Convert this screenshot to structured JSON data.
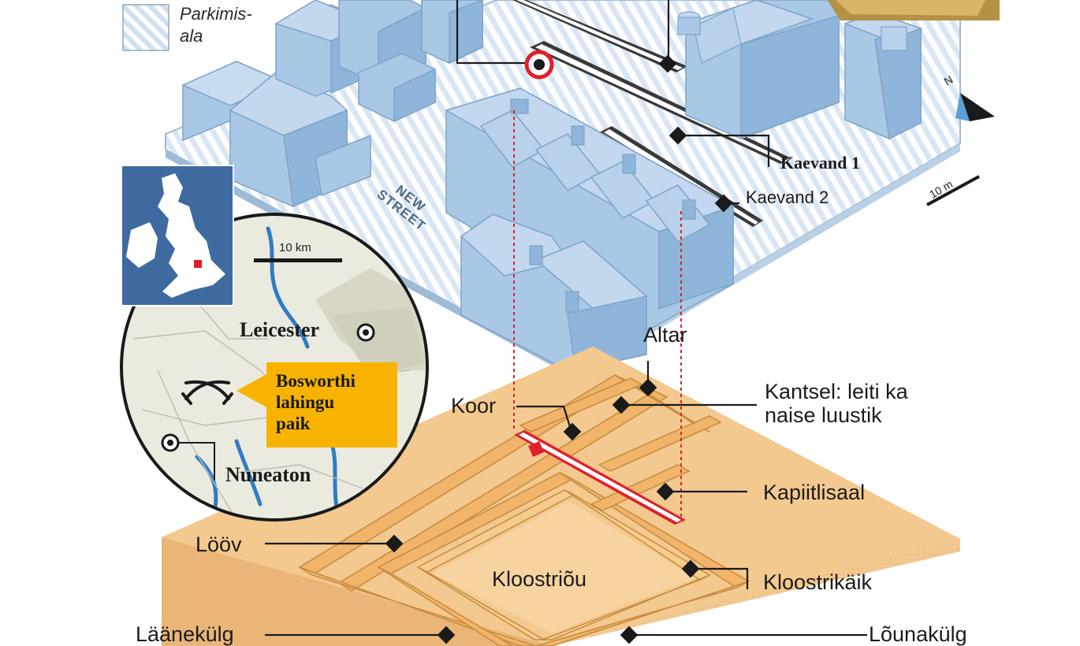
{
  "legend": {
    "label_line1": "Parkimis-",
    "label_line2": "ala"
  },
  "street": {
    "line1": "NEW",
    "line2": "STREET"
  },
  "scales": {
    "site": "10 m",
    "map": "10 km"
  },
  "north": "N",
  "trenches": {
    "t1": "Kaevand 1",
    "t2": "Kaevand 2"
  },
  "map": {
    "city1": "Leicester",
    "city2": "Nuneaton",
    "battle_line1": "Bosworthi",
    "battle_line2": "lahingu",
    "battle_line3": "paik"
  },
  "labels": {
    "altar": "Altar",
    "kantsel_line1": "Kantsel: leiti ka",
    "kantsel_line2": "naise luustik",
    "koor": "Koor",
    "kapiitlisaal": "Kapiitlisaal",
    "loov": "Lööv",
    "kloostriou": "Kloostriõu",
    "kloostrikaik": "Kloostrikäik",
    "laanekulg": "Läänekülg",
    "lounakulg": "Lõunakülg"
  },
  "colors": {
    "building": "#a9c8e6",
    "building_dark": "#7fa3c7",
    "ground": "#d5e4f2",
    "ruins": "#f0b66a",
    "ruins_light": "#f7d5a4",
    "trench_red": "#e0202a",
    "callout": "#f7b300"
  }
}
